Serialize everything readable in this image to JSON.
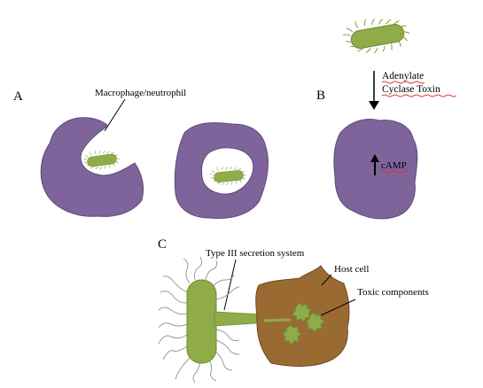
{
  "panels": {
    "a": {
      "letter": "A",
      "cell_label": "Macrophage/neutrophil"
    },
    "b": {
      "letter": "B",
      "toxin_line1": "Adenylate",
      "toxin_line2": "Cyclase Toxin",
      "camp_label": "cAMP"
    },
    "c": {
      "letter": "C",
      "secretion_label": "Type III secretion system",
      "host_label": "Host cell",
      "toxic_label": "Toxic components"
    }
  },
  "colors": {
    "phagocyte": "#7e649b",
    "phagocyte_edge": "#5e4a78",
    "bacterium": "#8fac48",
    "bacterium_edge": "#6f8a33",
    "host_cell": "#9a6a33",
    "host_edge": "#6f4a20",
    "flagella": "#9a9a9a",
    "text": "#000000"
  },
  "icons": [
    "bacterium-icon",
    "phagocyte-cell-icon",
    "host-cell-icon",
    "arrow-down-icon",
    "arrow-up-icon"
  ]
}
